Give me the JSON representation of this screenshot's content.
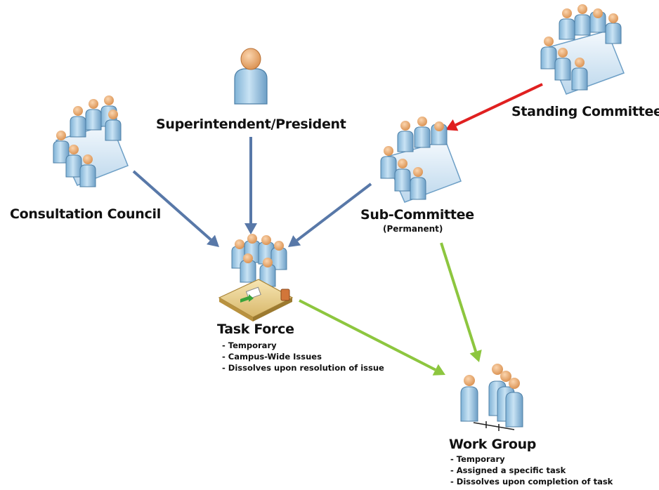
{
  "nodes": {
    "superintendent": {
      "label": "Superintendent/President",
      "icon": "person-icon"
    },
    "standing_committee": {
      "label": "Standing Committee",
      "icon": "committee-meeting-icon"
    },
    "consultation_council": {
      "label": "Consultation Council",
      "icon": "committee-meeting-icon"
    },
    "sub_committee": {
      "label": "Sub-Committee",
      "sublabel": "(Permanent)",
      "icon": "committee-meeting-icon"
    },
    "task_force": {
      "label": "Task Force",
      "icon": "team-at-desk-icon",
      "notes": [
        "Temporary",
        "Campus-Wide Issues",
        "Dissolves upon resolution of issue"
      ]
    },
    "work_group": {
      "label": "Work Group",
      "icon": "people-group-icon",
      "notes": [
        "Temporary",
        "Assigned a specific task",
        "Dissolves upon completion of task"
      ]
    }
  },
  "connections": [
    {
      "from": "Consultation Council",
      "to": "Task Force",
      "color": "#5878a8"
    },
    {
      "from": "Superintendent/President",
      "to": "Task Force",
      "color": "#5878a8"
    },
    {
      "from": "Sub-Committee",
      "to": "Task Force",
      "color": "#5878a8"
    },
    {
      "from": "Standing Committee",
      "to": "Sub-Committee",
      "color": "#e02020"
    },
    {
      "from": "Sub-Committee",
      "to": "Work Group",
      "color": "#8dc63f"
    },
    {
      "from": "Task Force",
      "to": "Work Group",
      "color": "#8dc63f"
    }
  ],
  "colors": {
    "blue_arrow": "#5878a8",
    "red_arrow": "#e02020",
    "green_arrow": "#8dc63f",
    "figure_body": "#a8d0ea",
    "figure_head": "#f0b27a",
    "table_top": "#e6f0f8",
    "desk_top": "#f3dea0"
  }
}
